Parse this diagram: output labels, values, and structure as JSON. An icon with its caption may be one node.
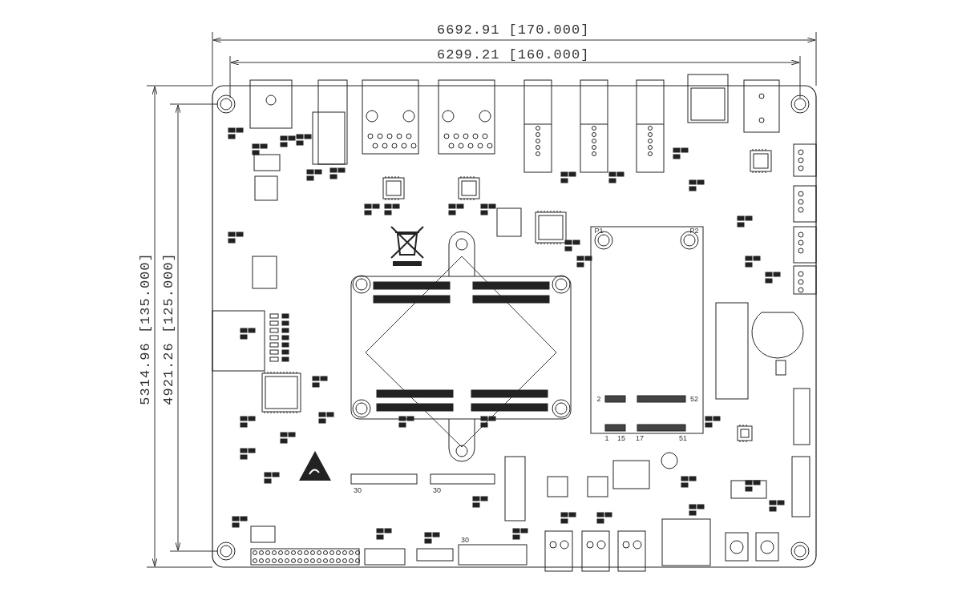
{
  "diagram": {
    "labels": [
      "6692.91 [170.000]",
      "6299.21 [160.000]",
      "5314.96 [135.000]",
      "4921.26 [125.000]",
      "P1",
      "P2",
      "2",
      "52",
      "1",
      "15",
      "17",
      "51",
      "30",
      "30",
      "30"
    ]
  }
}
